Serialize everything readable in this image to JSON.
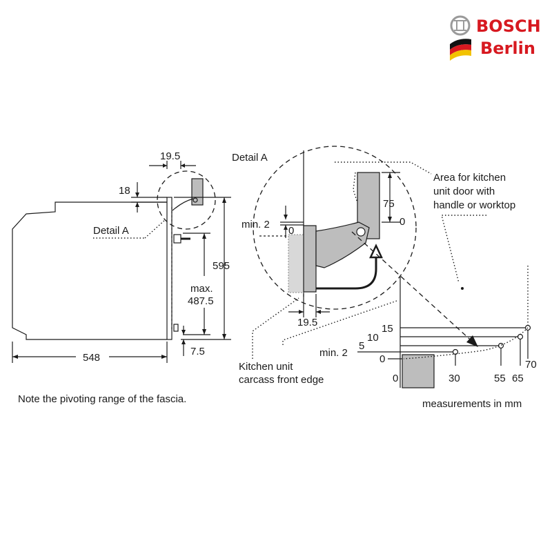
{
  "brand": {
    "name": "BOSCH",
    "city": "Berlin",
    "name_color": "#d71920",
    "city_color": "#d71920"
  },
  "side_view": {
    "dim_top_offset": "19.5",
    "dim_fascia_height": "18",
    "detail_label": "Detail A",
    "dim_height": "595",
    "dim_max_label": "max.",
    "dim_max_value": "487.5",
    "dim_bottom": "7.5",
    "dim_depth": "548"
  },
  "detail_view": {
    "title": "Detail A",
    "dim_75": "75",
    "dim_0_right": "0",
    "dim_min_label": "min. 2",
    "dim_0_left": "0",
    "dim_bottom_offset": "19.5",
    "area_label_line1": "Area for kitchen",
    "area_label_line2": "unit door with",
    "area_label_line3": "handle or worktop",
    "carcass_label_line1": "Kitchen unit",
    "carcass_label_line2": "carcass front edge"
  },
  "pivot_chart": {
    "y_labels": [
      "15",
      "10",
      "5",
      "min. 2",
      "0"
    ],
    "x_labels": [
      "0",
      "30",
      "55",
      "65",
      "70"
    ]
  },
  "notes": {
    "pivot_note": "Note the pivoting range of the fascia.",
    "units_note": "measurements in mm"
  }
}
